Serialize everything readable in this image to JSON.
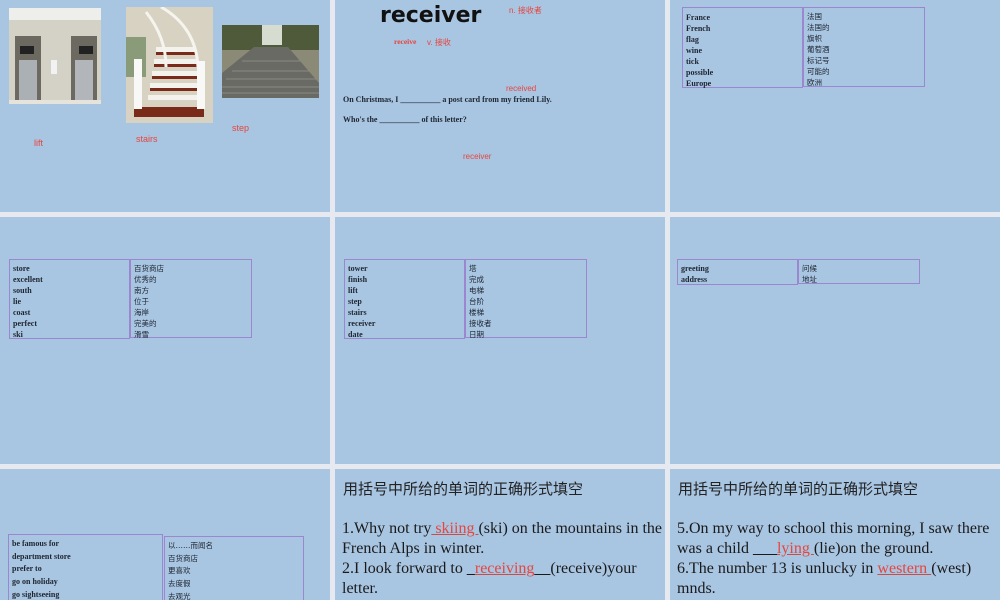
{
  "colors": {
    "background": "#e6e9ef",
    "slide_bg": "#a8c5e2",
    "answer_red": "#e8453c",
    "table_border": "#9b86d0"
  },
  "slides": [
    {
      "id": 1,
      "images": [
        {
          "label": "lift",
          "alt": "elevator photo"
        },
        {
          "label": "stairs",
          "alt": "spiral staircase photo"
        },
        {
          "label": "step",
          "alt": "outdoor steps photo"
        }
      ]
    },
    {
      "id": 2,
      "headword": "receiver",
      "headword_pos": "n.  接收者",
      "related": "receive",
      "related_pos": "v.  接收",
      "answer1": "received",
      "sentence1_a": "On Christmas, I ",
      "sentence1_blank": "__________",
      "sentence1_b": " a post card from my friend Lily.",
      "sentence2_a": "Who's the ",
      "sentence2_blank": "__________",
      "sentence2_b": " of this letter?",
      "answer2": "receiver"
    },
    {
      "id": 3,
      "english": [
        "France",
        "French",
        "flag",
        "wine",
        "tick",
        "possible",
        "Europe"
      ],
      "chinese": [
        "法国",
        "法国的",
        "旗帜",
        "葡萄酒",
        "标记号",
        "可能的",
        "欧洲"
      ]
    },
    {
      "id": 4,
      "english": [
        "store",
        "excellent",
        "south",
        "lie",
        "coast",
        "perfect",
        "ski"
      ],
      "chinese": [
        "百货商店",
        "优秀的",
        "南方",
        "位于",
        "海岸",
        "完美的",
        "滑雪"
      ]
    },
    {
      "id": 5,
      "english": [
        "tower",
        "finish",
        "lift",
        "step",
        "stairs",
        "receiver",
        "date"
      ],
      "chinese": [
        "塔",
        "完成",
        "电梯",
        "台阶",
        "楼梯",
        "接收者",
        "日期"
      ]
    },
    {
      "id": 6,
      "english": [
        "greeting",
        "address"
      ],
      "chinese": [
        "问候",
        "地址"
      ]
    },
    {
      "id": 7,
      "english": [
        "be famous for",
        "department store",
        "prefer to",
        "go on holiday",
        "go sightseeing"
      ],
      "chinese": [
        "以……而闻名",
        "百货商店",
        "更喜欢",
        "去度假",
        "去观光"
      ]
    },
    {
      "id": 8,
      "title": "用括号中所给的单词的正确形式填空",
      "q1_a": "1.Why not try",
      "q1_ans": " skiing ",
      "q1_b": "(ski) on the mountains in the French Alps in winter.",
      "q2_a": "2.I look forward to ",
      "q2_pre": "_",
      "q2_ans": "receiving",
      "q2_post": "__",
      "q2_b": "(receive)your letter."
    },
    {
      "id": 9,
      "title": "用括号中所给的单词的正确形式填空",
      "q5_a": "5.On my way to school this morning, I saw there was a child ",
      "q5_pre": "___",
      "q5_ans": "lying ",
      "q5_b": "(lie)on the ground.",
      "q6_a": "6.The number 13 is unlucky in ",
      "q6_ans": "western ",
      "q6_b": "(west) mnds."
    }
  ]
}
